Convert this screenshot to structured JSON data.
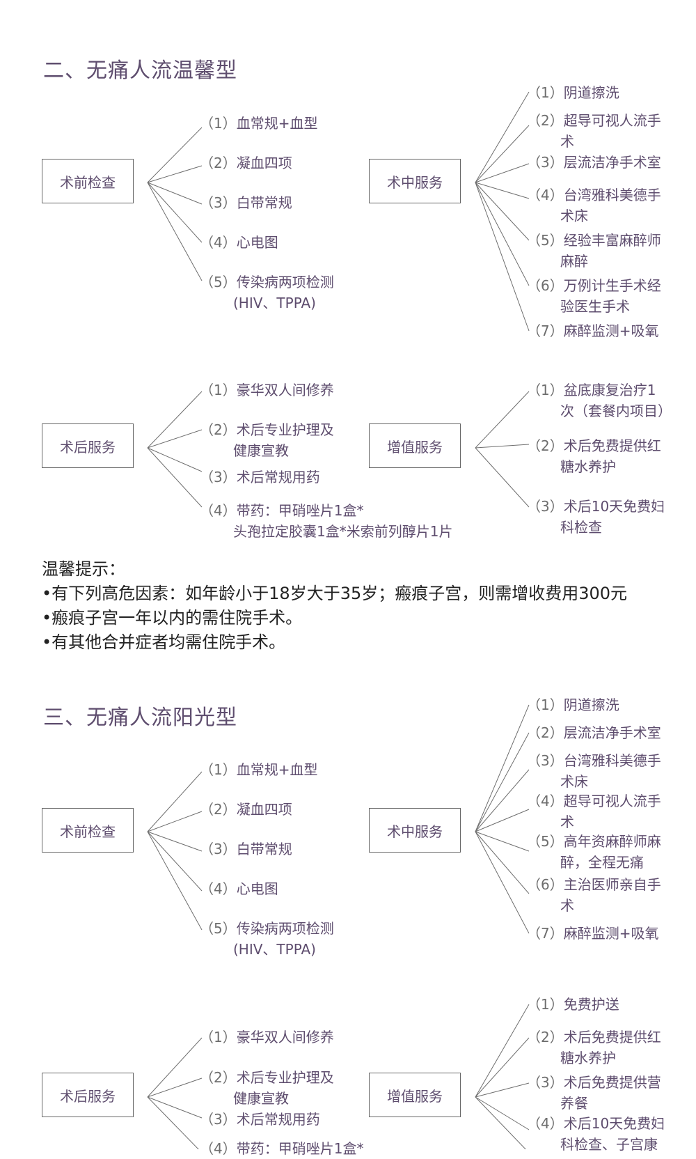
{
  "section2": {
    "title": "二、无痛人流温馨型",
    "pre": {
      "label": "术前检查",
      "items": [
        {
          "num": "（1）",
          "lines": [
            "血常规+血型"
          ]
        },
        {
          "num": "（2）",
          "lines": [
            "凝血四项"
          ]
        },
        {
          "num": "（3）",
          "lines": [
            "白带常规"
          ]
        },
        {
          "num": "（4）",
          "lines": [
            "心电图"
          ]
        },
        {
          "num": "（5）",
          "lines": [
            "传染病两项检测",
            "(HIV、TPPA)"
          ]
        }
      ]
    },
    "intra": {
      "label": "术中服务",
      "items": [
        {
          "num": "（1）",
          "lines": [
            "阴道擦洗"
          ]
        },
        {
          "num": "（2）",
          "lines": [
            "超导可视人流手",
            "术"
          ]
        },
        {
          "num": "（3）",
          "lines": [
            "层流洁净手术室"
          ]
        },
        {
          "num": "（4）",
          "lines": [
            "台湾雅科美德手",
            "术床"
          ]
        },
        {
          "num": "（5）",
          "lines": [
            "经验丰富麻醉师",
            "麻醉"
          ]
        },
        {
          "num": "（6）",
          "lines": [
            "万例计生手术经",
            "验医生手术"
          ]
        },
        {
          "num": "（7）",
          "lines": [
            "麻醉监测+吸氧"
          ]
        }
      ]
    },
    "post": {
      "label": "术后服务",
      "items": [
        {
          "num": "（1）",
          "lines": [
            "豪华双人间修养"
          ]
        },
        {
          "num": "（2）",
          "lines": [
            "术后专业护理及",
            "健康宣教"
          ]
        },
        {
          "num": "（3）",
          "lines": [
            "术后常规用药"
          ]
        },
        {
          "num": "（4）",
          "lines": [
            "带药：甲硝唑片1盒*",
            "头孢拉定胶囊1盒*米索前列醇片1片"
          ]
        }
      ]
    },
    "value": {
      "label": "增值服务",
      "items": [
        {
          "num": "（1）",
          "lines": [
            "盆底康复治疗1",
            "次（套餐内项目）"
          ]
        },
        {
          "num": "（2）",
          "lines": [
            "术后免费提供红",
            "糖水养护"
          ]
        },
        {
          "num": "（3）",
          "lines": [
            "术后10天免费妇",
            "科检查"
          ]
        }
      ]
    },
    "tips": {
      "heading": "温馨提示：",
      "lines": [
        "•有下列高危因素：如年龄小于18岁大于35岁；瘢痕子宫，则需增收费用300元",
        "•瘢痕子宫一年以内的需住院手术。",
        "•有其他合并症者均需住院手术。"
      ]
    }
  },
  "section3": {
    "title": "三、无痛人流阳光型",
    "pre": {
      "label": "术前检查",
      "items": [
        {
          "num": "（1）",
          "lines": [
            "血常规+血型"
          ]
        },
        {
          "num": "（2）",
          "lines": [
            "凝血四项"
          ]
        },
        {
          "num": "（3）",
          "lines": [
            "白带常规"
          ]
        },
        {
          "num": "（4）",
          "lines": [
            "心电图"
          ]
        },
        {
          "num": "（5）",
          "lines": [
            "传染病两项检测",
            "(HIV、TPPA)"
          ]
        }
      ]
    },
    "intra": {
      "label": "术中服务",
      "items": [
        {
          "num": "（1）",
          "lines": [
            "阴道擦洗"
          ]
        },
        {
          "num": "（2）",
          "lines": [
            "层流洁净手术室"
          ]
        },
        {
          "num": "（3）",
          "lines": [
            "台湾雅科美德手",
            "术床"
          ]
        },
        {
          "num": "（4）",
          "lines": [
            "超导可视人流手",
            "术"
          ]
        },
        {
          "num": "（5）",
          "lines": [
            "高年资麻醉师麻",
            "醉，全程无痛"
          ]
        },
        {
          "num": "（6）",
          "lines": [
            "主治医师亲自手",
            "术"
          ]
        },
        {
          "num": "（7）",
          "lines": [
            "麻醉监测+吸氧"
          ]
        }
      ]
    },
    "post": {
      "label": "术后服务",
      "items": [
        {
          "num": "（1）",
          "lines": [
            "豪华双人间修养"
          ]
        },
        {
          "num": "（2）",
          "lines": [
            "术后专业护理及",
            "健康宣教"
          ]
        },
        {
          "num": "（3）",
          "lines": [
            "术后常规用药"
          ]
        },
        {
          "num": "（4）",
          "lines": [
            "带药：甲硝唑片1盒*"
          ]
        }
      ]
    },
    "value": {
      "label": "增值服务",
      "items": [
        {
          "num": "（1）",
          "lines": [
            "免费护送"
          ]
        },
        {
          "num": "（2）",
          "lines": [
            "术后免费提供红",
            "糖水养护"
          ]
        },
        {
          "num": "（3）",
          "lines": [
            "术后免费提供营",
            "养餐"
          ]
        },
        {
          "num": "（4）",
          "lines": [
            "术后10天免费妇",
            "科检查、子宫康"
          ]
        }
      ]
    }
  }
}
